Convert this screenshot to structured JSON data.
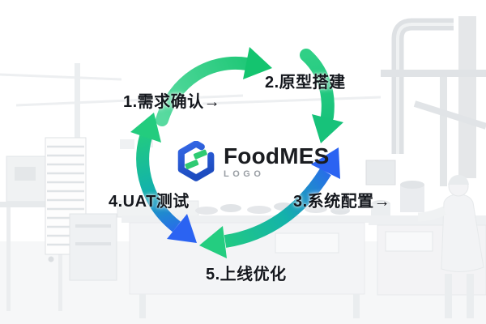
{
  "logo": {
    "name": "FoodMES",
    "subtitle": "LOGO"
  },
  "steps": [
    {
      "label": "1.需求确认→"
    },
    {
      "label": "2.原型搭建"
    },
    {
      "label": "3.系统配置→"
    },
    {
      "label": "4.UAT测试"
    },
    {
      "label": "5.上线优化"
    }
  ],
  "icons": {
    "logo_icon": "blue-hexagon-with-two-green-bars",
    "cycle_arrows": "curved-gradient-arrows-forming-cycle"
  },
  "colors": {
    "arrow-green": "#1cc876",
    "arrow-teal": "#13b3a9",
    "arrow-blue": "#2b63f2",
    "logo-blue": "#2a58d0",
    "logo-green": "#2ecb72",
    "label-text": "#14171d",
    "logo-subtitle-gray": "#989da3"
  }
}
